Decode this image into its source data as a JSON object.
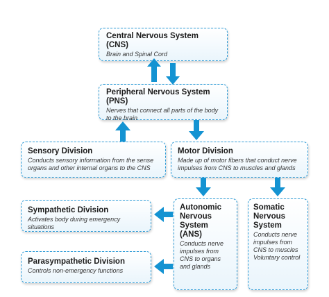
{
  "nodes": {
    "cns": {
      "title": "Central Nervous System (CNS)",
      "desc": "Brain and Spinal Cord"
    },
    "pns": {
      "title": "Peripheral Nervous System (PNS)",
      "desc": "Nerves that connect all parts of the body to the brain"
    },
    "sensory": {
      "title": "Sensory Division",
      "desc": "Conducts sensory information from the sense organs and other internal organs to the CNS"
    },
    "motor": {
      "title": "Motor Division",
      "desc": "Made up of motor fibers that conduct nerve impulses from CNS to muscles and glands"
    },
    "sympathetic": {
      "title": "Sympathetic Division",
      "desc": "Activates body during emergency situations"
    },
    "autonomic": {
      "title": "Autonomic Nervous System (ANS)",
      "desc": "Conducts nerve impulses from CNS to organs and glands"
    },
    "somatic": {
      "title": "Somatic Nervous System",
      "desc": "Conducts nerve impulses from CNS to muscles Voluntary control"
    },
    "parasympathetic": {
      "title": "Parasympathetic Division",
      "desc": "Controls non-emergency functions"
    }
  },
  "colors": {
    "arrow": "#1493d2",
    "border": "#2e9bd6"
  }
}
